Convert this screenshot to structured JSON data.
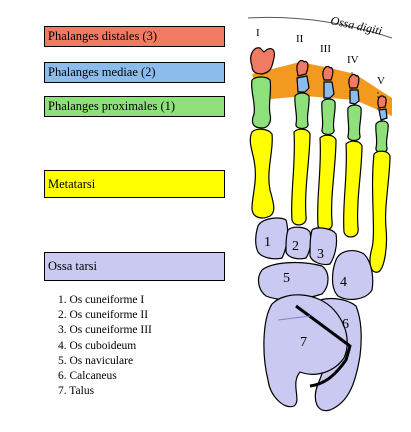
{
  "colors": {
    "distales": "#f07a63",
    "mediae": "#8cbcec",
    "proximales": "#8ee07a",
    "metatarsi": "#ffff00",
    "tarsi": "#c9c9f2",
    "ossa_digiti_band": "#f29a1f"
  },
  "legend": [
    {
      "id": "distales",
      "label": "Phalanges distales (3)"
    },
    {
      "id": "mediae",
      "label": "Phalanges mediae (2)"
    },
    {
      "id": "proximales",
      "label": "Phalanges proximales (1)"
    },
    {
      "id": "metatarsi",
      "label": "Metatarsi"
    },
    {
      "id": "tarsi",
      "label": "Ossa tarsi"
    }
  ],
  "key": [
    "1. Os cuneiforme I",
    "2. Os cuneiforme II",
    "3. Os cuneiforme III",
    "4. Os cuboideum",
    "5. Os naviculare",
    "6. Calcaneus",
    "7. Talus"
  ],
  "ossa_digiti_label": "Ossa digiti",
  "toe_labels": [
    "I",
    "II",
    "III",
    "IV",
    "V"
  ],
  "bone_numbers": [
    "1",
    "2",
    "3",
    "4",
    "5",
    "6",
    "7"
  ]
}
